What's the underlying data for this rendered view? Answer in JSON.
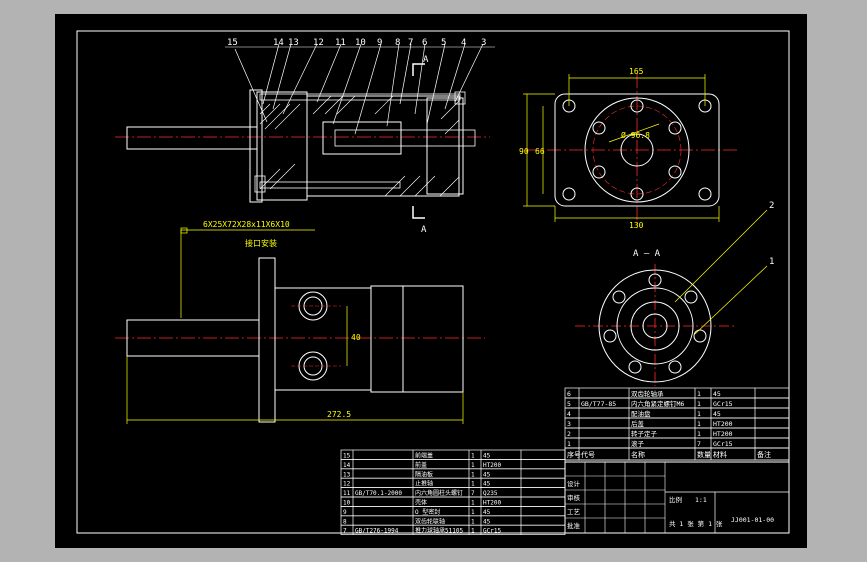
{
  "drawing": {
    "colors": {
      "background": "#000000",
      "frame": "#ffffff",
      "outline": "#ffffff",
      "centerline": "#ff2a2a",
      "dimension": "#ffff00",
      "hatch": "#ffffff",
      "leader": "#ffff00"
    },
    "balloons": [
      "15",
      "14",
      "13",
      "12",
      "11",
      "10",
      "9",
      "8",
      "7",
      "6",
      "5",
      "4",
      "3"
    ],
    "section_marks": {
      "letter": "A",
      "title": "A — A"
    },
    "dimensions": {
      "front_width_top": "165",
      "front_height_outer": "90",
      "front_height_inner": "66",
      "front_width_bottom": "130",
      "circle_dia": "Ø 96.8",
      "port_spacing": "40",
      "overall_length": "272.5"
    },
    "notes": {
      "spline": "6X25X72X28x11X6X10",
      "mount": "接口安装"
    },
    "view_labels": {
      "aa_balloon_1": "1",
      "aa_balloon_2": "2"
    },
    "bom_left": {
      "rows": [
        {
          "no": "15",
          "std": "",
          "name": "前端盖",
          "qty": "1",
          "mat": "45"
        },
        {
          "no": "14",
          "std": "",
          "name": "前盖",
          "qty": "1",
          "mat": "HT200"
        },
        {
          "no": "13",
          "std": "",
          "name": "隔油板",
          "qty": "1",
          "mat": "45"
        },
        {
          "no": "12",
          "std": "",
          "name": "止推轴",
          "qty": "1",
          "mat": "45"
        },
        {
          "no": "11",
          "std": "GB/T70.1-2000",
          "name": "内六角圆柱头螺钉",
          "qty": "7",
          "mat": "Q235"
        },
        {
          "no": "10",
          "std": "",
          "name": "壳体",
          "qty": "1",
          "mat": "HT200"
        },
        {
          "no": "9",
          "std": "",
          "name": "O 型密封",
          "qty": "1",
          "mat": "45"
        },
        {
          "no": "8",
          "std": "",
          "name": "双齿轮联轴",
          "qty": "1",
          "mat": "45"
        },
        {
          "no": "7",
          "std": "GB/T276-1994",
          "name": "推力球轴承51105",
          "qty": "1",
          "mat": "GCr15"
        }
      ]
    },
    "bom_right": {
      "rows": [
        {
          "no": "6",
          "std": "",
          "name": "双齿轮轴承",
          "qty": "1",
          "mat": "45"
        },
        {
          "no": "5",
          "std": "GB/T77-85",
          "name": "内六角紧定螺钉M6",
          "qty": "1",
          "mat": "GCr15"
        },
        {
          "no": "4",
          "std": "",
          "name": "配油盘",
          "qty": "1",
          "mat": "45"
        },
        {
          "no": "3",
          "std": "",
          "name": "后盖",
          "qty": "1",
          "mat": "HT200"
        },
        {
          "no": "2",
          "std": "",
          "name": "转子定子",
          "qty": "1",
          "mat": "HT200"
        },
        {
          "no": "1",
          "std": "",
          "name": "滚子",
          "qty": "7",
          "mat": "GCr15"
        }
      ],
      "header": {
        "no": "序号",
        "code": "代号",
        "name": "名称",
        "qty": "数量",
        "mat": "材料",
        "note": "备注"
      }
    },
    "title_block": {
      "drawing_no": "JJ001-01-00",
      "scale_label": "比例",
      "scale": "1:1",
      "sheet": "共 1 张 第 1 张",
      "design": "设计",
      "check": "审核",
      "process": "工艺",
      "approve": "批准"
    }
  }
}
